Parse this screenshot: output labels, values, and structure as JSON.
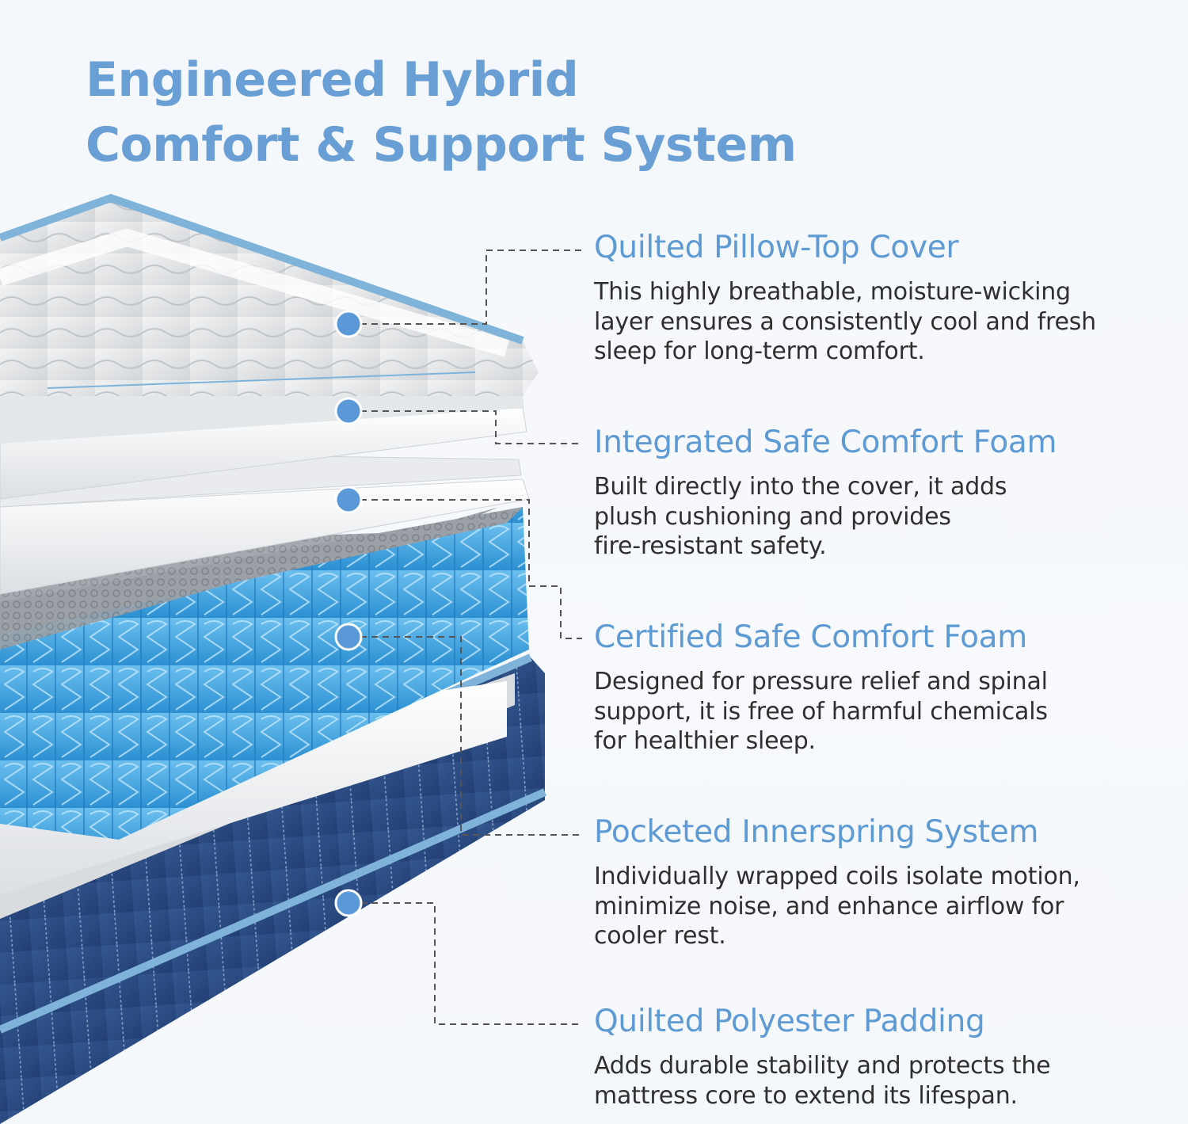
{
  "title": {
    "line1": "Engineered Hybrid",
    "line2": "Comfort & Support System"
  },
  "colors": {
    "accent": "#6a9fd6",
    "marker": "#5a98d8",
    "text": "#2f2f2f",
    "spring_blue": "#3aa0dd",
    "base_navy": "#2e4f8c",
    "piping": "#7fb3d9"
  },
  "layers": [
    {
      "title": "Quilted Pillow-Top Cover",
      "lines": [
        "This highly breathable, moisture-wicking",
        "layer ensures a consistently cool and fresh",
        "sleep for long-term comfort."
      ]
    },
    {
      "title": "Integrated Safe Comfort Foam",
      "lines": [
        "Built directly into the cover, it adds",
        "plush cushioning and provides",
        "fire-resistant safety."
      ]
    },
    {
      "title": "Certified Safe Comfort Foam",
      "lines": [
        "Designed for pressure relief and spinal",
        "support, it is free of harmful chemicals",
        "for healthier sleep."
      ]
    },
    {
      "title": "Pocketed Innerspring System",
      "lines": [
        "Individually wrapped coils isolate motion,",
        "minimize noise, and enhance airflow for",
        "cooler rest."
      ]
    },
    {
      "title": "Quilted Polyester Padding",
      "lines": [
        "Adds durable stability and protects the",
        "mattress core to extend its lifespan."
      ]
    }
  ]
}
